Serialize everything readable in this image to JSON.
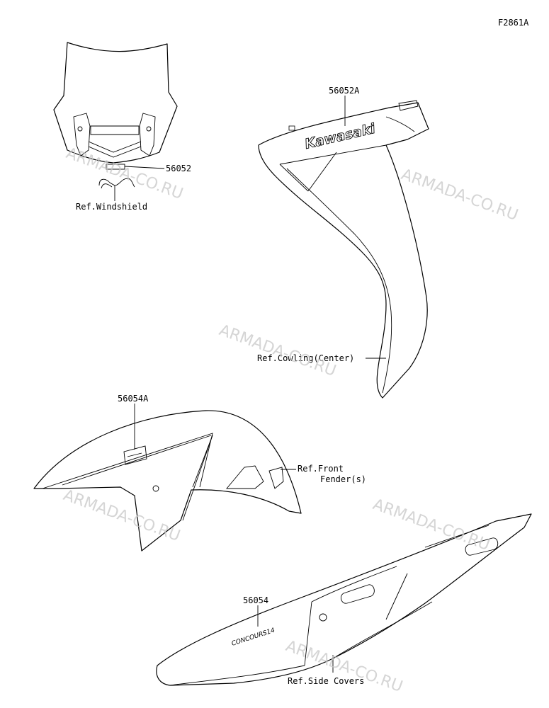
{
  "figure_code": "F2861A",
  "callouts": {
    "windshield_part": "56052",
    "windshield_ref": "Ref.Windshield",
    "cowling_part": "56052A",
    "cowling_ref": "Ref.Cowling(Center)",
    "fender_part": "56054A",
    "fender_ref_line1": "Ref.Front",
    "fender_ref_line2": "Fender(s)",
    "side_part": "56054",
    "side_ref": "Ref.Side Covers"
  },
  "decals": {
    "cowling_logo": "Kawasaki",
    "side_logo": "CONCOURS14"
  },
  "watermark": "ARMADA-CO.RU"
}
